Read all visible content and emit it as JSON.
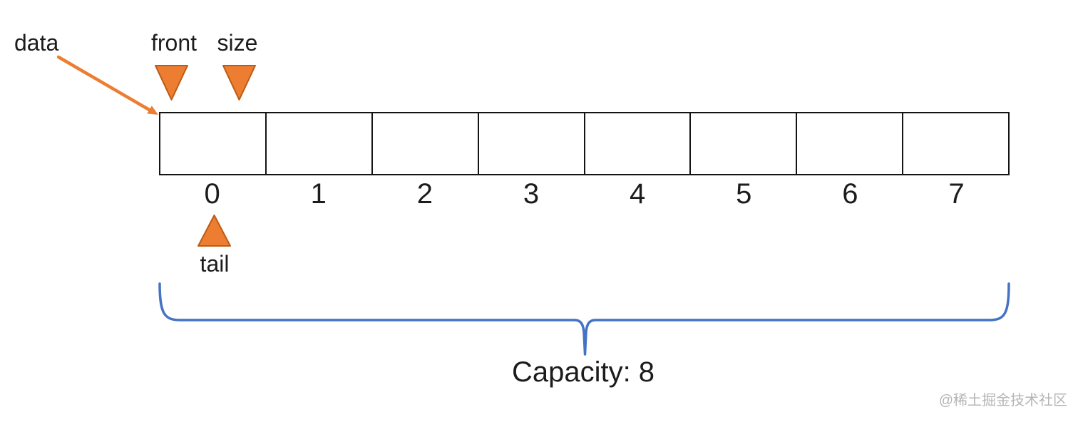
{
  "colors": {
    "accent_orange": "#ED7D31",
    "accent_orange_dark": "#BC5B14",
    "brace_blue": "#4472C4",
    "line_black": "#141414",
    "text_black": "#1c1c1c",
    "watermark_gray": "#b5b5b5"
  },
  "array_diagram": {
    "data_label": "data",
    "front_label": "front",
    "size_label": "size",
    "tail_label": "tail",
    "capacity_label": "Capacity: 8",
    "cell_count": 8,
    "indices": [
      "0",
      "1",
      "2",
      "3",
      "4",
      "5",
      "6",
      "7"
    ]
  },
  "watermark": "@稀土掘金技术社区"
}
